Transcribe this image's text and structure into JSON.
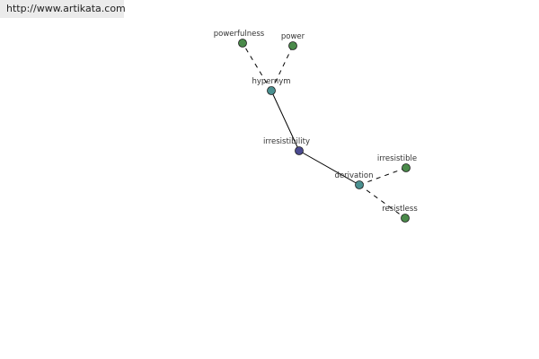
{
  "header": {
    "url": "http://www.artikata.com"
  },
  "colors": {
    "center": "#4a4a90",
    "relation": "#4a9090",
    "leaf": "#4a8a4a",
    "edge": "#000000"
  },
  "graph": {
    "nodes": [
      {
        "id": "irresistibility",
        "label": "irresistibility",
        "kind": "center"
      },
      {
        "id": "hypernym",
        "label": "hypernym",
        "kind": "relation"
      },
      {
        "id": "derivation",
        "label": "derivation",
        "kind": "relation"
      },
      {
        "id": "powerfulness",
        "label": "powerfulness",
        "kind": "leaf"
      },
      {
        "id": "power",
        "label": "power",
        "kind": "leaf"
      },
      {
        "id": "irresistible",
        "label": "irresistible",
        "kind": "leaf"
      },
      {
        "id": "resistless",
        "label": "resistless",
        "kind": "leaf"
      }
    ],
    "edges": [
      {
        "from": "irresistibility",
        "to": "hypernym",
        "style": "solid"
      },
      {
        "from": "irresistibility",
        "to": "derivation",
        "style": "solid"
      },
      {
        "from": "hypernym",
        "to": "powerfulness",
        "style": "dashed"
      },
      {
        "from": "hypernym",
        "to": "power",
        "style": "dashed"
      },
      {
        "from": "derivation",
        "to": "irresistible",
        "style": "dashed"
      },
      {
        "from": "derivation",
        "to": "resistless",
        "style": "dashed"
      }
    ]
  }
}
